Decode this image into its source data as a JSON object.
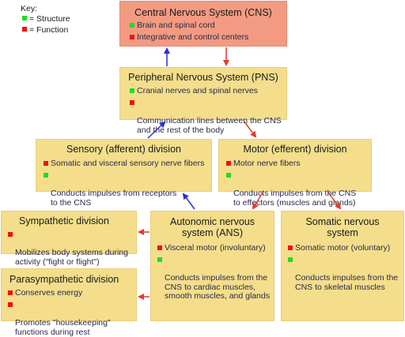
{
  "key": {
    "title": "Key:",
    "structure_label": "= Structure",
    "function_label": "= Function",
    "structure_color": "#22dd22",
    "function_color": "#ee1111"
  },
  "boxes": {
    "cns": {
      "title": "Central Nervous System (CNS)",
      "items": [
        "Brain and spinal cord",
        "Integrative and control centers"
      ]
    },
    "pns": {
      "title": "Peripheral Nervous System (PNS)",
      "items": [
        "Cranial nerves and spinal nerves",
        "Communication lines between the CNS\nand the rest of the body"
      ]
    },
    "sensory": {
      "title": "Sensory (afferent) division",
      "items": [
        "Somatic and visceral sensory nerve fibers",
        "Conducts impulses from receptors\nto the CNS"
      ]
    },
    "motor": {
      "title": "Motor (efferent) division",
      "items": [
        "Motor nerve fibers",
        "Conducts impulses from the CNS\nto effectors (muscles and glands)"
      ]
    },
    "sympathetic": {
      "title": "Sympathetic division",
      "items": [
        "Mobilizes body systems during\nactivity (\"fight or flight\")"
      ]
    },
    "ans": {
      "title": "Autonomic nervous\nsystem (ANS)",
      "items": [
        "Visceral motor (involuntary)",
        "Conducts impulses from the\nCNS to cardiac muscles,\nsmooth muscles, and glands"
      ]
    },
    "somatic": {
      "title": "Somatic nervous\nsystem",
      "items": [
        "Somatic motor (voluntary)",
        "Conducts impulses from the\nCNS to skeletal muscles"
      ]
    },
    "parasympathetic": {
      "title": "Parasympathetic division",
      "items": [
        "Conserves energy",
        "Promotes \"housekeeping\"\nfunctions during rest"
      ]
    }
  },
  "arrow_colors": {
    "afferent": "#2233cc",
    "efferent": "#e23a2a"
  }
}
